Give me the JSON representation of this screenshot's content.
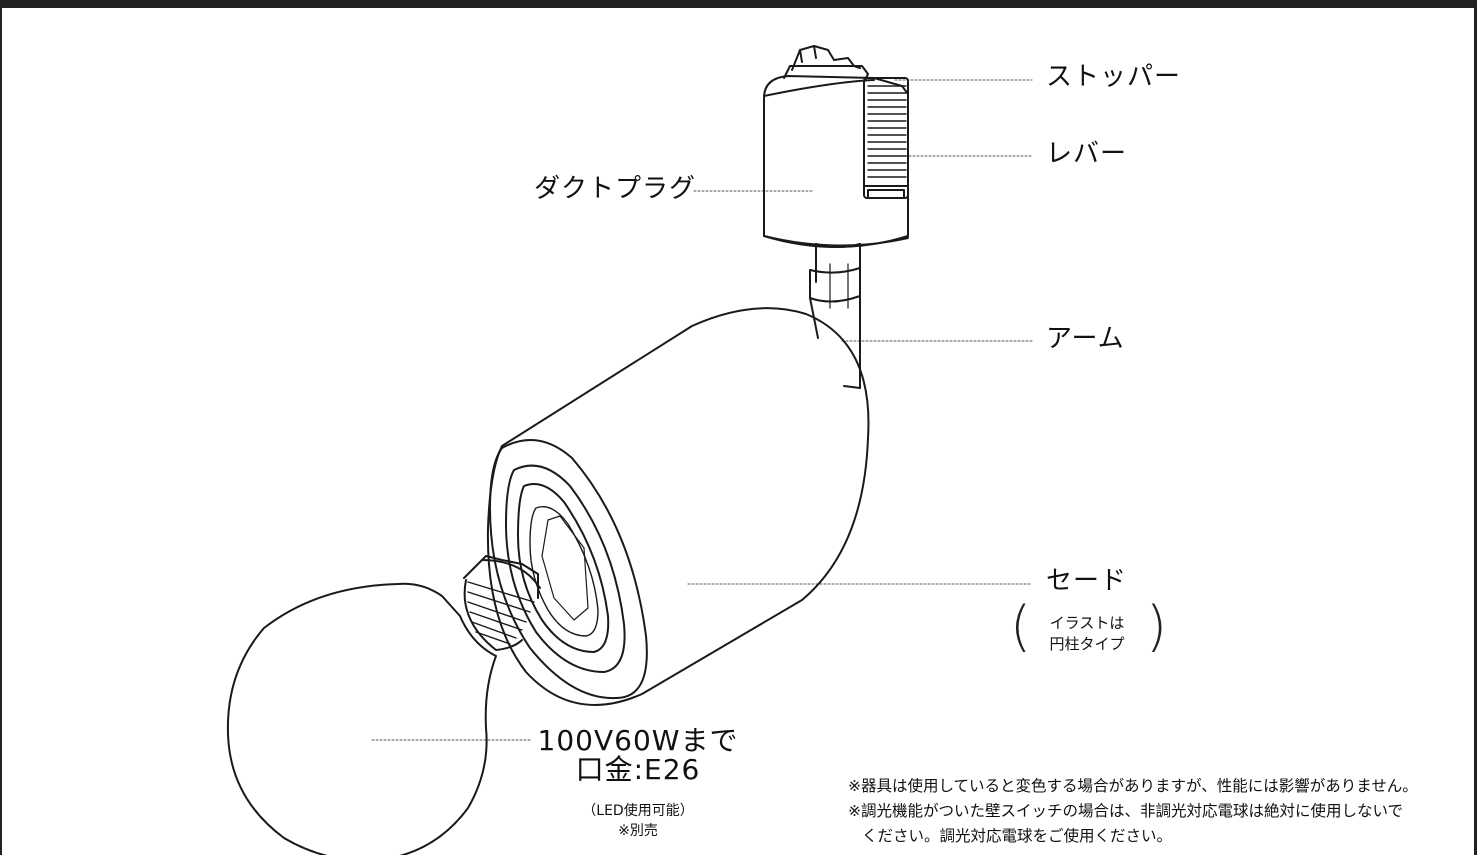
{
  "labels": {
    "stopper": "ストッパー",
    "lever": "レバー",
    "duct_plug": "ダクトプラグ",
    "arm": "アーム",
    "shade": "セード"
  },
  "shade_note": {
    "line1": "イラストは",
    "line2": "円柱タイプ"
  },
  "bulb": {
    "spec_line1": "100V60Wまで",
    "spec_line2": "口金:E26",
    "note_line1": "（LED使用可能）",
    "note_line2": "※別売"
  },
  "notes": {
    "line1": "※器具は使用していると変色する場合がありますが、性能には影響がありません。",
    "line2": "※調光機能がついた壁スイッチの場合は、非調光対応電球は絶対に使用しないで",
    "line3": "ください。調光対応電球をご使用ください。"
  },
  "colors": {
    "line": "#1a1a1a",
    "frame": "#222222",
    "leader": "#555555"
  }
}
